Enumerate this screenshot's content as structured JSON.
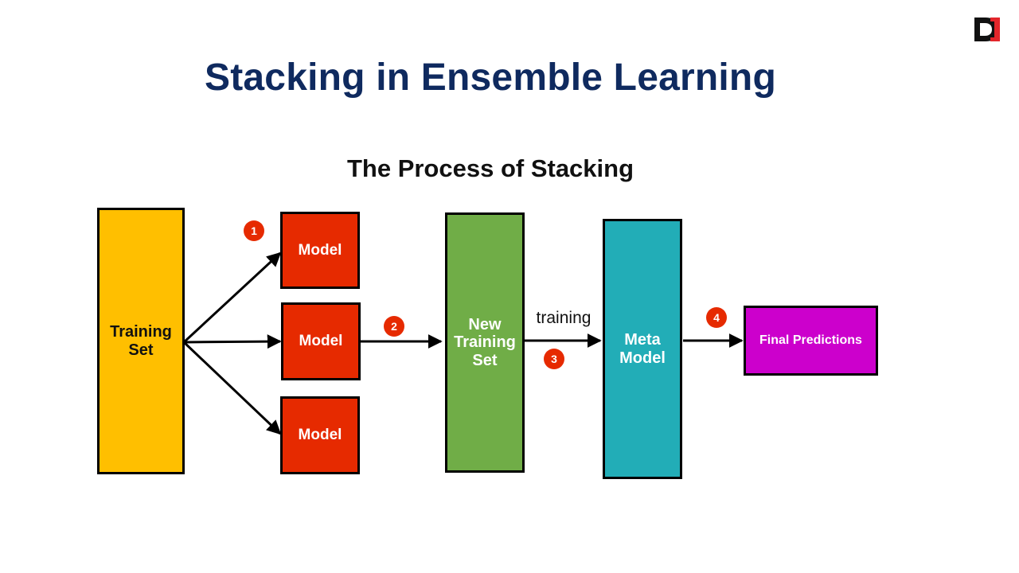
{
  "title": "Stacking in Ensemble Learning",
  "subtitle": "The Process of Stacking",
  "logo": {
    "text": "D",
    "colors": {
      "dark": "#111111",
      "accent": "#e3262b"
    }
  },
  "nodes": {
    "training_set": "Training\nSet",
    "model_1": "Model",
    "model_2": "Model",
    "model_3": "Model",
    "new_training_set": "New\nTraining\nSet",
    "meta_model": "Meta\nModel",
    "final_predictions": "Final Predictions"
  },
  "edge_label": "training",
  "steps": [
    "1",
    "2",
    "3",
    "4"
  ],
  "colors": {
    "title": "#0f2a5f",
    "training_set": "#ffbf00",
    "model": "#e62a00",
    "new_training_set": "#70ad47",
    "meta_model": "#22adb7",
    "final_predictions": "#cc00cc",
    "badge": "#e62a00"
  }
}
